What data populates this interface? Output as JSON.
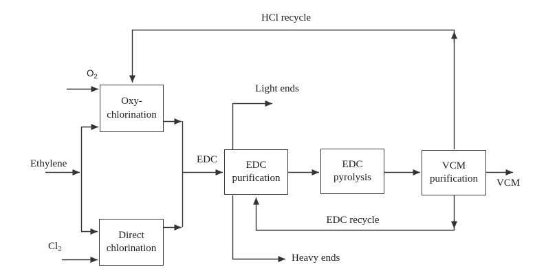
{
  "colors": {
    "line": "#333333",
    "text": "#1c1c1c",
    "box-border": "#3a3a3a",
    "background": "#ffffff"
  },
  "boxes": {
    "oxychlorination": {
      "line1": "Oxy-",
      "line2": "chlorination"
    },
    "direct_chlorination": {
      "line1": "Direct",
      "line2": "chlorination"
    },
    "edc_purification": {
      "line1": "EDC",
      "line2": "purification"
    },
    "edc_pyrolysis": {
      "line1": "EDC",
      "line2": "pyrolysis"
    },
    "vcm_purification": {
      "line1": "VCM",
      "line2": "purification"
    }
  },
  "streams": {
    "hcl_recycle": "HCl recycle",
    "o2": {
      "base": "O",
      "sub": "2"
    },
    "ethylene": "Ethylene",
    "cl2": {
      "base": "Cl",
      "sub": "2"
    },
    "edc": "EDC",
    "light_ends": "Light ends",
    "edc_recycle": "EDC recycle",
    "heavy_ends": "Heavy ends",
    "vcm": "VCM"
  }
}
